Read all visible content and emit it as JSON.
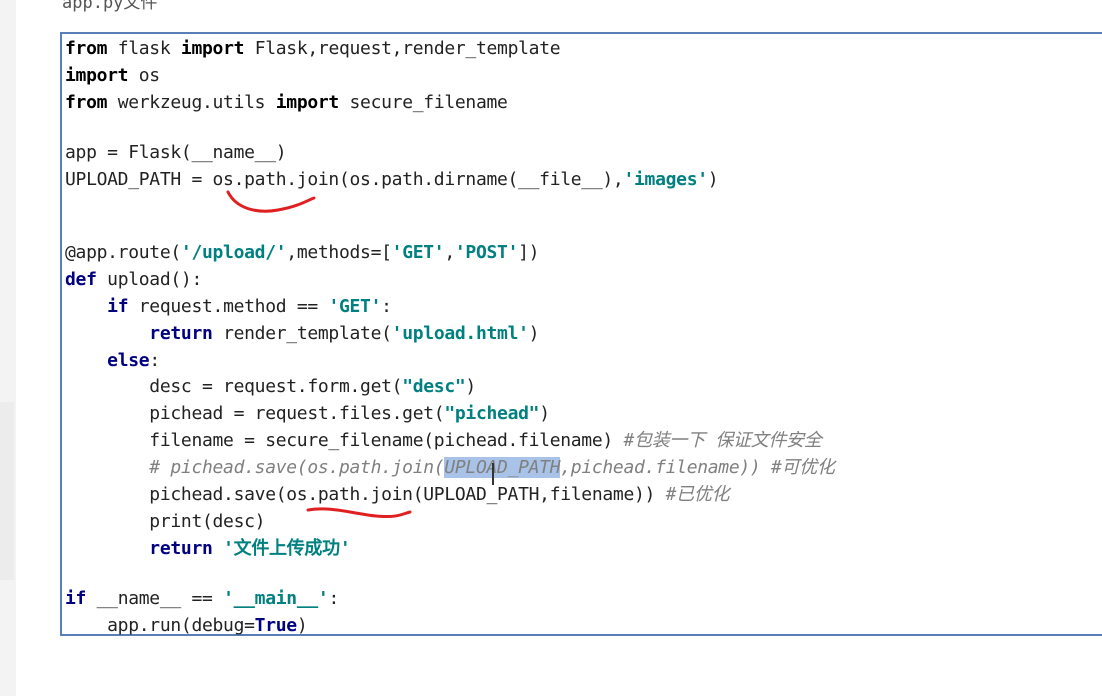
{
  "caption": "app.py文件",
  "code": {
    "l1": {
      "a": "from",
      "b": " flask ",
      "c": "import",
      "d": " Flask,request,render_template"
    },
    "l2": {
      "a": "import",
      "b": " os"
    },
    "l3": {
      "a": "from",
      "b": " werkzeug.utils ",
      "c": "import",
      "d": " secure_filename"
    },
    "l5": {
      "a": "app = Flask(__name__)"
    },
    "l6": {
      "a": "UPLOAD_PATH = os.path.join(os.path.dirname(__file__),",
      "b": "'images'",
      "c": ")"
    },
    "l9": {
      "a": "@app.route(",
      "b": "'/upload/'",
      "c": ",methods=[",
      "d": "'GET'",
      "e": ",",
      "f": "'POST'",
      "g": "])"
    },
    "l10": {
      "a": "def",
      "b": " upload():"
    },
    "l11": {
      "a": "    ",
      "b": "if",
      "c": " request.method == ",
      "d": "'GET'",
      "e": ":"
    },
    "l12": {
      "a": "        ",
      "b": "return",
      "c": " render_template(",
      "d": "'upload.html'",
      "e": ")"
    },
    "l13": {
      "a": "    ",
      "b": "else",
      "c": ":"
    },
    "l14": {
      "a": "        desc = request.form.get(",
      "b": "\"desc\"",
      "c": ")"
    },
    "l15": {
      "a": "        pichead = request.files.get(",
      "b": "\"pichead\"",
      "c": ")"
    },
    "l16": {
      "a": "        filename = secure_filename(pichead.filename) ",
      "b": "#包装一下 保证文件安全"
    },
    "l17": {
      "a": "        # pichead.save(os.path.join(",
      "b": "UPLOAD_PATH",
      "c": ",pichead.filename)) #可优化"
    },
    "l18": {
      "a": "        pichead.save(os.path.join(UPLOAD_PATH,filename)) ",
      "b": "#已优化"
    },
    "l19": {
      "a": "        print(desc)"
    },
    "l20": {
      "a": "        ",
      "b": "return",
      "c": " ",
      "d": "'文件上传成功'"
    },
    "l22": {
      "a": "if",
      "b": " __name__ == ",
      "c": "'__main__'",
      "d": ":"
    },
    "l23": {
      "a": "    app.run(debug=",
      "b": "True",
      "c": ")"
    }
  },
  "colors": {
    "annotation": "#e02020",
    "border": "#5a7fb7",
    "keyword": "#000080",
    "string": "#008080",
    "comment": "#808080",
    "selection": "#a9c3e8"
  }
}
